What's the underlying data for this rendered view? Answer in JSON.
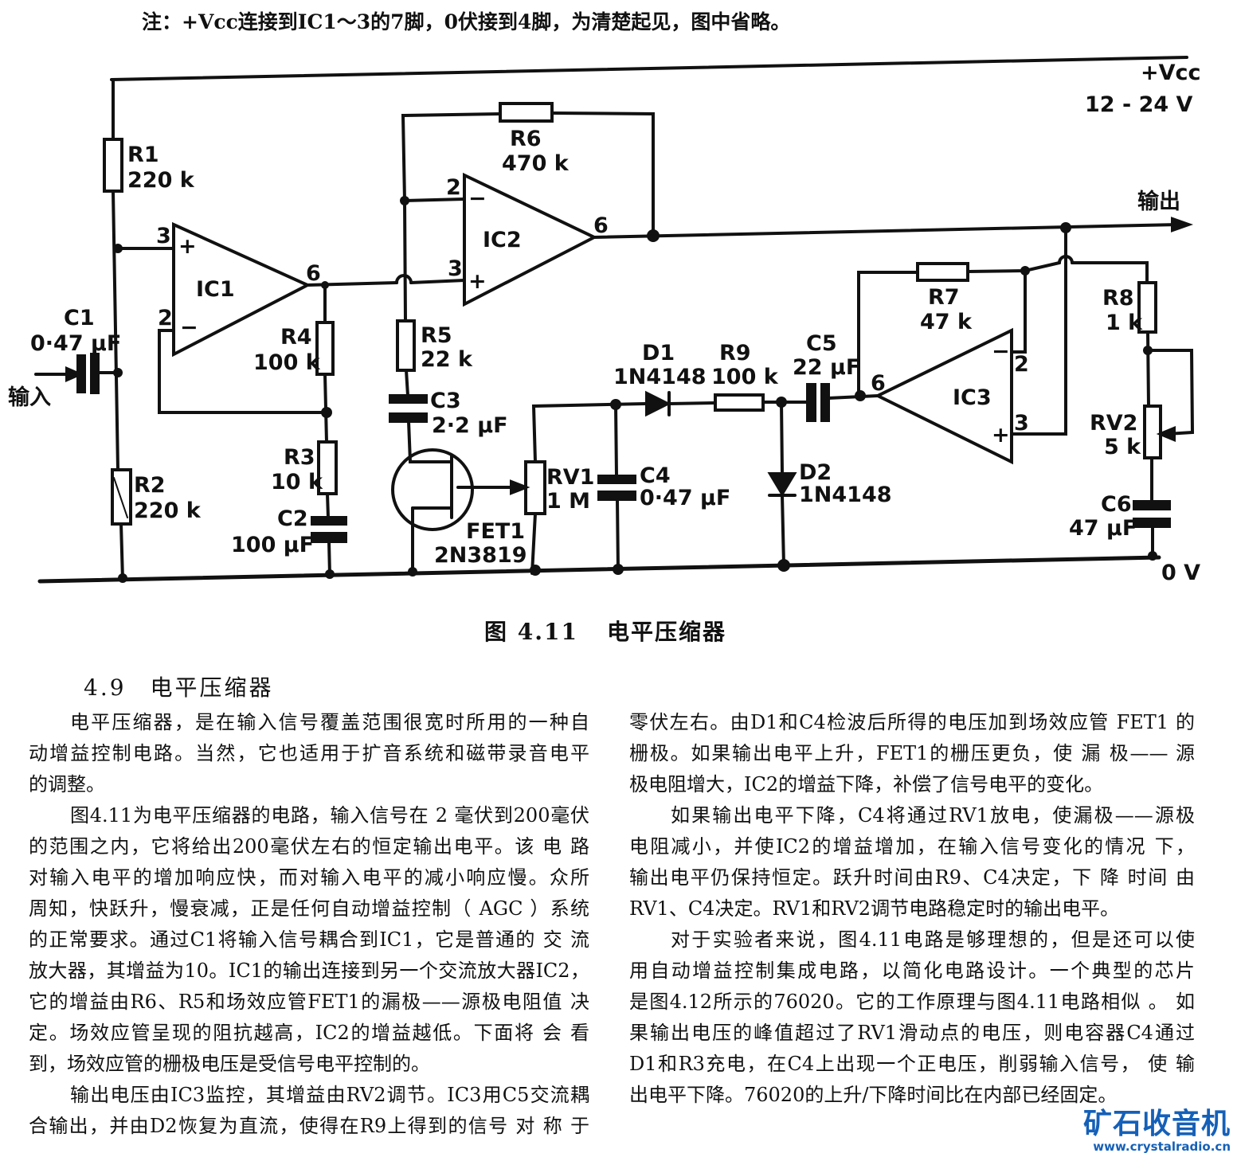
{
  "note": "注：+Vcc连接到IC1～3的7脚，0伏接到4脚，为清楚起见，图中省略。",
  "circuit": {
    "vcc_label": "+Vcc",
    "vcc_range": "12 - 24 V",
    "ground_label": "0 V",
    "input_label": "输入",
    "output_label": "输出",
    "R1": {
      "name": "R1",
      "value": "220 k"
    },
    "R2": {
      "name": "R2",
      "value": "220 k"
    },
    "R3": {
      "name": "R3",
      "value": "10 k"
    },
    "R4": {
      "name": "R4",
      "value": "100 k"
    },
    "R5": {
      "name": "R5",
      "value": "22 k"
    },
    "R6": {
      "name": "R6",
      "value": "470 k"
    },
    "R7": {
      "name": "R7",
      "value": "47 k"
    },
    "R8": {
      "name": "R8",
      "value": "1 k"
    },
    "R9": {
      "name": "R9",
      "value": "100 k"
    },
    "RV1": {
      "name": "RV1",
      "value": "1 M"
    },
    "RV2": {
      "name": "RV2",
      "value": "5 k"
    },
    "C1": {
      "name": "C1",
      "value": "0·47 µF"
    },
    "C2": {
      "name": "C2",
      "value": "100 µF"
    },
    "C3": {
      "name": "C3",
      "value": "2·2 µF"
    },
    "C4": {
      "name": "C4",
      "value": "0·47 µF"
    },
    "C5": {
      "name": "C5",
      "value": "22 µF"
    },
    "C6": {
      "name": "C6",
      "value": "47 µF"
    },
    "D1": {
      "name": "D1",
      "value": "1N4148"
    },
    "D2": {
      "name": "D2",
      "value": "1N4148"
    },
    "FET1": {
      "name": "FET1",
      "value": "2N3819"
    },
    "IC1": {
      "name": "IC1",
      "pins": [
        "3",
        "2",
        "6"
      ]
    },
    "IC2": {
      "name": "IC2",
      "pins": [
        "2",
        "3",
        "6"
      ]
    },
    "IC3": {
      "name": "IC3",
      "pins": [
        "2",
        "3",
        "6"
      ]
    }
  },
  "caption": {
    "number": "图 4.11",
    "title": "电平压缩器"
  },
  "section": {
    "number": "4.9",
    "title": "电平压缩器"
  },
  "left_column": [
    "电平压缩器，是在输入信号覆盖范围很宽时所用的一种自",
    "动增益控制电路。当然，它也适用于扩音系统和磁带录音电平",
    "的调整。",
    "图4.11为电平压缩器的电路，输入信号在 2 毫伏到200毫伏",
    "的范围之内，它将给出200毫伏左右的恒定输出电平。该 电 路",
    "对输入电平的增加响应快，而对输入电平的减小响应慢。众所",
    "周知，快跃升，慢衰减，正是任何自动增益控制（ AGC ）系统",
    "的正常要求。通过C1将输入信号耦合到IC1，它是普通的 交 流",
    "放大器，其增益为10。IC1的输出连接到另一个交流放大器IC2，",
    "它的增益由R6、R5和场效应管FET1的漏极——源极电阻值 决",
    "定。场效应管呈现的阻抗越高，IC2的增益越低。下面将 会 看",
    "到，场效应管的栅极电压是受信号电平控制的。",
    "输出电压由IC3监控，其增益由RV2调节。IC3用C5交流耦",
    "合输出，并由D2恢复为直流，使得在R9上得到的信号 对 称 于"
  ],
  "right_column": [
    "零伏左右。由D1和C4检波后所得的电压加到场效应管 FET1 的",
    "栅极。如果输出电平上升，FET1的栅压更负，使 漏 极—— 源",
    "极电阻增大，IC2的增益下降，补偿了信号电平的变化。",
    "如果输出电平下降，C4将通过RV1放电，使漏极——源极",
    "电阻减小，并使IC2的增益增加，在输入信号变化的情况 下，",
    "输出电平仍保持恒定。跃升时间由R9、C4决定，下 降 时间 由",
    "RV1、C4决定。RV1和RV2调节电路稳定时的输出电平。",
    "对于实验者来说，图4.11电路是够理想的，但是还可以使",
    "用自动增益控制集成电路，以简化电路设计。一个典型的芯片",
    "是图4.12所示的76020。它的工作原理与图4.11电路相似 。 如",
    "果输出电压的峰值超过了RV1滑动点的电压，则电容器C4通过",
    "D1和R3充电，在C4上出现一个正电压，削弱输入信号， 使 输",
    "出电平下降。76020的上升/下降时间比在内部已经固定。"
  ],
  "watermark": {
    "name": "矿石收音机",
    "url": "www.crystalradio.cn",
    "color": "#1560b8"
  }
}
